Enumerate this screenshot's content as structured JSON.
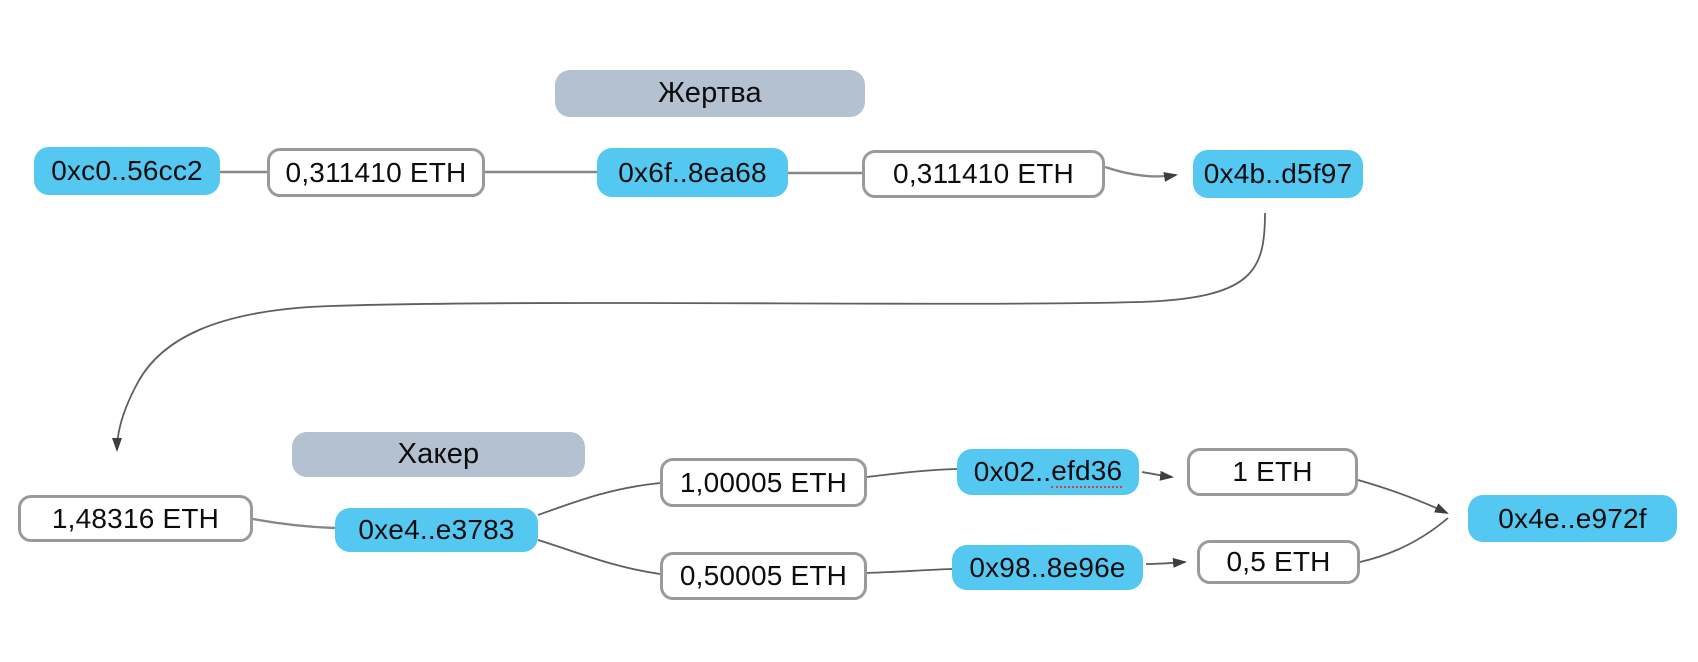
{
  "diagram": {
    "group_labels": {
      "victim": "Жертва",
      "hacker": "Хакер"
    },
    "nodes": {
      "source_address": "0xc0..56cc2",
      "victim_in_amount": "0,311410 ETH",
      "victim_address": "0x6f..8ea68",
      "victim_out_amount": "0,311410 ETH",
      "relay_address": "0x4b..d5f97",
      "hacker_in_amount": "1,48316 ETH",
      "hacker_address": "0xe4..e3783",
      "split_upper_amount": "1,00005 ETH",
      "split_lower_amount": "0,50005 ETH",
      "passthrough_upper_address_prefix": "0x02..",
      "passthrough_upper_address_flagged": "efd36",
      "passthrough_lower_address": "0x98..8e96e",
      "deposit_upper_amount": "1 ETH",
      "deposit_lower_amount": "0,5 ETH",
      "destination_address": "0x4e..e972f"
    },
    "colors": {
      "canvas-bg": "#ffffff",
      "address-pill": "#55c8f2",
      "label-pill": "#b3c1d0",
      "amount-border": "#9a9a9a",
      "connector": "#878787",
      "curve": "#5f5f5f",
      "arrow": "#3f3f3f",
      "spellcheck": "#e03a3a",
      "text": "#0d0d0d"
    }
  }
}
